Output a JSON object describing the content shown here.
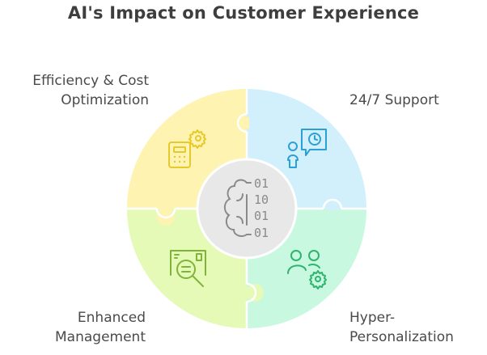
{
  "title": "AI's Impact on Customer Experience",
  "center": {
    "icon": "brain-binary-icon",
    "binary_rows": [
      "01",
      "10",
      "01",
      "01"
    ],
    "fill": "#e8e8e8",
    "stroke": "#8a8a8a"
  },
  "segments": [
    {
      "id": "efficiency",
      "label_lines": [
        "Efficiency & Cost",
        "Optimization"
      ],
      "icon": "calculator-gear-icon",
      "fill": "#fef3b0",
      "icon_color": "#e6c92a",
      "position": "top-left"
    },
    {
      "id": "support",
      "label_lines": [
        "24/7 Support"
      ],
      "icon": "person-clock-chat-icon",
      "fill": "#d2f0fc",
      "icon_color": "#2b9fd6",
      "position": "top-right"
    },
    {
      "id": "management",
      "label_lines": [
        "Enhanced",
        "Management"
      ],
      "icon": "document-search-icon",
      "fill": "#e6fab8",
      "icon_color": "#7fb33a",
      "position": "bottom-left"
    },
    {
      "id": "personalization",
      "label_lines": [
        "Hyper-",
        "Personalization"
      ],
      "icon": "users-gear-icon",
      "fill": "#c8f8df",
      "icon_color": "#2fb46e",
      "position": "bottom-right"
    }
  ]
}
